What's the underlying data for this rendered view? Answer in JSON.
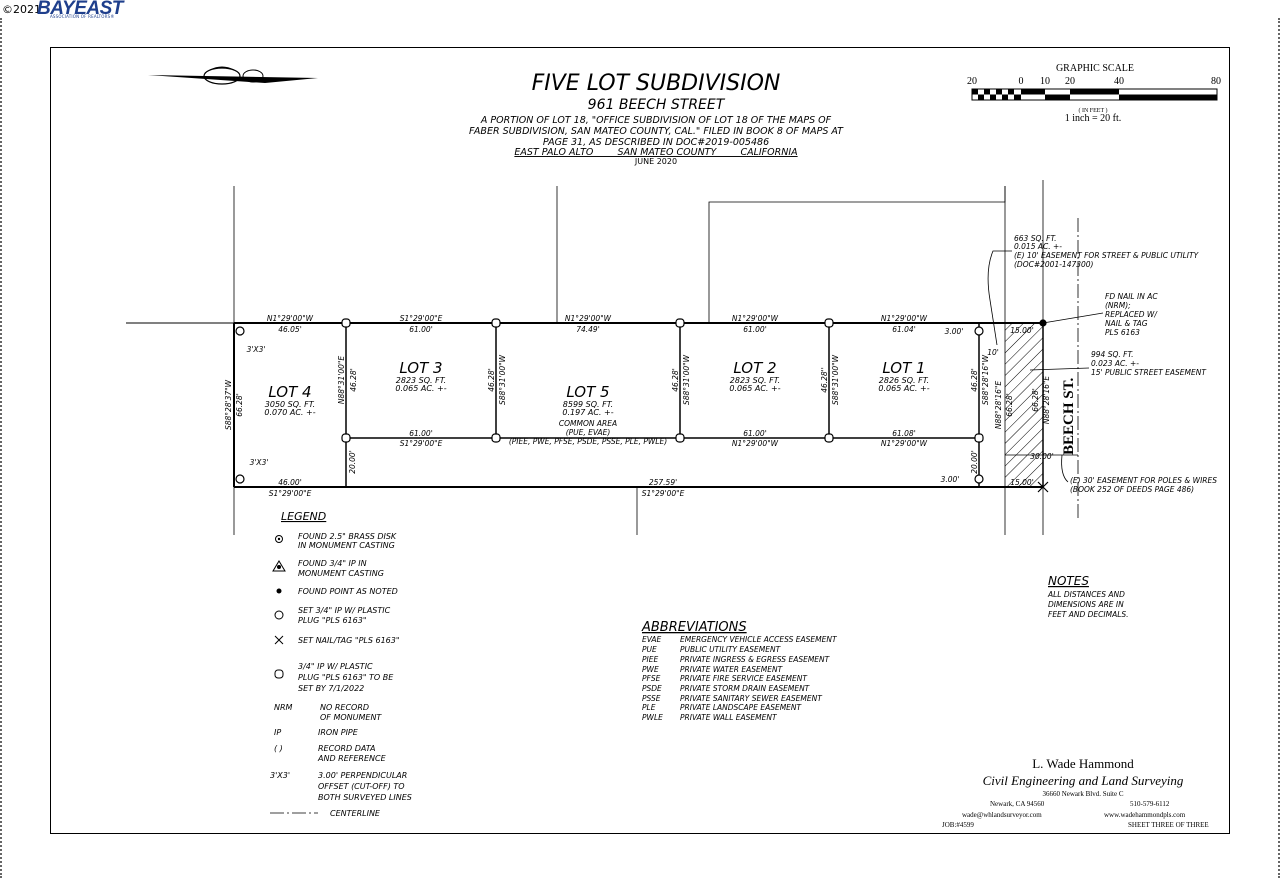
{
  "header": {
    "copyright": "©2021",
    "logo_text": "BAYEAST",
    "logo_subtext": "ASSOCIATION OF REALTORS®"
  },
  "title": {
    "main": "FIVE LOT SUBDIVISION",
    "address": "961 BEECH STREET",
    "desc_lines": [
      "A PORTION OF LOT 18, \"OFFICE SUBDIVISION OF LOT 18 OF THE MAPS OF",
      "FABER SUBDIVISION, SAN MATEO COUNTY, CAL.\" FILED IN BOOK 8 OF MAPS AT",
      "PAGE 31, AS DESCRIBED IN DOC#2019-005486"
    ],
    "location": "EAST PALO ALTO        SAN MATEO COUNTY        CALIFORNIA",
    "date": "JUNE 2020"
  },
  "scale": {
    "title": "GRAPHIC SCALE",
    "ticks": [
      "20",
      "0",
      "10",
      "20",
      "40",
      "80"
    ],
    "unit": "( IN FEET )",
    "ratio": "1 inch = 20 ft."
  },
  "lots": [
    {
      "name": "LOT 4",
      "area_sf": "3050 SQ. FT.",
      "area_ac": "0.070 AC. +-"
    },
    {
      "name": "LOT 3",
      "area_sf": "2823 SQ. FT.",
      "area_ac": "0.065 AC. +-"
    },
    {
      "name": "LOT 5",
      "area_sf": "8599 SQ. FT.",
      "area_ac": "0.197 AC. +-",
      "note": "COMMON AREA",
      "note2": "(PUE, EVAE)",
      "note3": "(PIEE, PWE, PFSE, PSDE, PSSE, PLE, PWLE)"
    },
    {
      "name": "LOT 2",
      "area_sf": "2823 SQ. FT.",
      "area_ac": "0.065 AC. +-"
    },
    {
      "name": "LOT 1",
      "area_sf": "2826 SQ. FT.",
      "area_ac": "0.065 AC. +-"
    }
  ],
  "dims": {
    "top_bearings": [
      "N1°29'00\"W",
      "S1°29'00\"E",
      "N1°29'00\"W",
      "N1°29'00\"W",
      "N1°29'00\"W"
    ],
    "top_lengths": [
      "46.05'",
      "61.00'",
      "74.49'",
      "61.00'",
      "61.04'"
    ],
    "mid_lengths": [
      "61.00'",
      "61.00'",
      "61.08'"
    ],
    "mid_bearings": [
      "S1°29'00\"E",
      "N1°29'00\"W",
      "N1°29'00\"W"
    ],
    "bottom_left_len": "46.00'",
    "bottom_left_brg": "S1°29'00\"E",
    "bottom_len": "257.59'",
    "bottom_brg": "S1°29'00\"E",
    "vert_lot4": "S88°28'37\"W",
    "vert_lot4_len": "66.28'",
    "v1": "N88°31'00\"E",
    "v1_len": "46.28'",
    "v2": "S88°31'00\"W",
    "v2_len": "46.28'",
    "v3": "S88°31'00\"W",
    "v3_len": "46.28'",
    "v4": "S88°31'00\"W",
    "v4_len": "46.28''",
    "v5": "S88°28'16\"W",
    "v5_len": "46.28'",
    "v6": "N88°28'16\"E",
    "v6_len": "66.28'",
    "v7": "N88°28'16\"E",
    "v7_len": "66.28'",
    "twenty_a": "20.00'",
    "twenty_b": "20.00'",
    "three_a": "3.00'",
    "three_b": "3.00'",
    "fifteen_a": "15.00'",
    "fifteen_b": "15.00'",
    "ten": "10'",
    "thirty": "30.00'",
    "xy_a": "3'X3'",
    "xy_b": "3'X3'"
  },
  "callouts": {
    "easement_top": [
      "663 SQ. FT.",
      "0.015 AC. +-",
      "(E) 10' EASEMENT FOR STREET & PUBLIC UTILITY",
      "(DOC#2001-147300)"
    ],
    "fd_nail": [
      "FD NAIL IN AC",
      "(NRM);",
      "REPLACED W/",
      "NAIL & TAG",
      "PLS 6163"
    ],
    "street_easement": [
      "994 SQ. FT.",
      "0.023 AC. +-",
      "15' PUBLIC STREET EASEMENT"
    ],
    "poles": [
      "(E) 30' EASEMENT FOR POLES & WIRES",
      "(BOOK 252 OF DEEDS PAGE 486)"
    ],
    "street_name": "BEECH ST."
  },
  "legend": {
    "title": "LEGEND",
    "items": [
      [
        "FOUND 2.5\" BRASS DISK",
        "IN MONUMENT CASTING"
      ],
      [
        "FOUND 3/4\" IP IN",
        "MONUMENT CASTING"
      ],
      [
        "FOUND POINT AS NOTED"
      ],
      [
        "SET 3/4\" IP W/ PLASTIC",
        "PLUG \"PLS 6163\""
      ],
      [
        "SET NAIL/TAG \"PLS 6163\""
      ],
      [
        "3/4\" IP W/ PLASTIC",
        "PLUG \"PLS 6163\" TO BE",
        "SET BY 7/1/2022"
      ]
    ],
    "abbr_items": [
      {
        "key": "NRM",
        "lines": [
          "NO RECORD",
          "OF MONUMENT"
        ]
      },
      {
        "key": "IP",
        "lines": [
          "IRON PIPE"
        ]
      },
      {
        "key": "( )",
        "lines": [
          "RECORD DATA",
          "AND REFERENCE"
        ]
      },
      {
        "key": "3'X3'",
        "lines": [
          "3.00' PERPENDICULAR",
          "OFFSET (CUT-OFF) TO",
          "BOTH SURVEYED LINES"
        ]
      },
      {
        "key": "",
        "lines": [
          "CENTERLINE"
        ]
      }
    ]
  },
  "abbreviations": {
    "title": "ABBREVIATIONS",
    "rows": [
      [
        "EVAE",
        "EMERGENCY VEHICLE ACCESS EASEMENT"
      ],
      [
        "PUE",
        "PUBLIC UTILITY EASEMENT"
      ],
      [
        "PIEE",
        "PRIVATE INGRESS & EGRESS EASEMENT"
      ],
      [
        "PWE",
        "PRIVATE WATER EASEMENT"
      ],
      [
        "PFSE",
        "PRIVATE FIRE SERVICE EASEMENT"
      ],
      [
        "PSDE",
        "PRIVATE STORM DRAIN EASEMENT"
      ],
      [
        "PSSE",
        "PRIVATE SANITARY SEWER EASEMENT"
      ],
      [
        "PLE",
        "PRIVATE LANDSCAPE EASEMENT"
      ],
      [
        "PWLE",
        "PRIVATE WALL EASEMENT"
      ]
    ]
  },
  "notes": {
    "title": "NOTES",
    "lines": [
      "ALL DISTANCES AND",
      "DIMENSIONS ARE IN",
      "FEET AND DECIMALS."
    ]
  },
  "titleblock": {
    "name": "L. Wade Hammond",
    "firm": "Civil Engineering and Land Surveying",
    "address1": "36660 Newark Blvd. Suite C",
    "address2": "Newark, CA 94560",
    "phone": "510-579-6112",
    "email": "wade@whlandsurveyor.com",
    "web": "www.wadehammondpls.com",
    "job": "JOB:#4599",
    "sheet": "SHEET THREE OF THREE"
  }
}
